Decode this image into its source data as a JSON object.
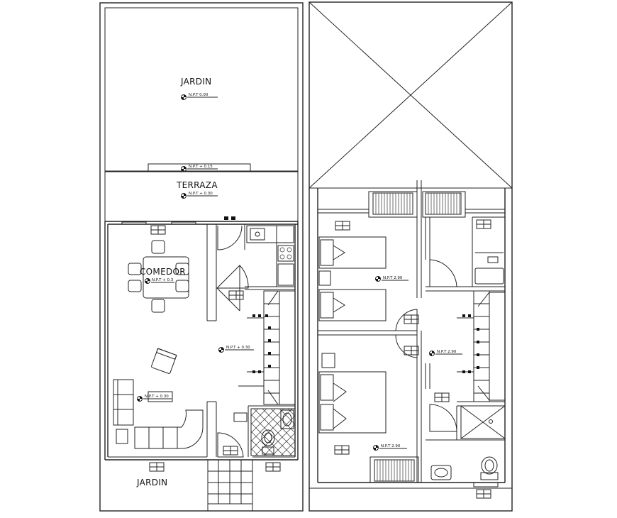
{
  "ground_floor": {
    "rooms": {
      "jardin_back": "JARDIN",
      "terraza": "TERRAZA",
      "comedor": "COMEDOR",
      "jardin_front": "JARDIN"
    },
    "levels": {
      "jardin": "N.P.T  0.00",
      "terrace_edge": "N.P.T + 0.15",
      "terraza": "N.P.T + 0.30",
      "comedor": "N.P.T + 0.3",
      "hall": "N.P.T + 0.30",
      "living": "N.P.T + 0.30"
    }
  },
  "upper_floor": {
    "levels": {
      "bedroom_1": "N.P.T  2.90",
      "hall": "N.P.T  2.90",
      "bedroom_3": "N.P.T  2.90"
    }
  },
  "colors": {
    "line": "#222222",
    "background": "#ffffff"
  }
}
